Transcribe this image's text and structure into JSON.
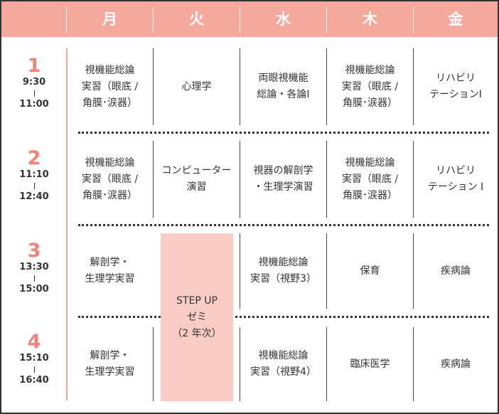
{
  "days": [
    "月",
    "火",
    "水",
    "木",
    "金"
  ],
  "periods": [
    {
      "num": "1",
      "start": "9:30",
      "end": "11:00"
    },
    {
      "num": "2",
      "start": "11:10",
      "end": "12:40"
    },
    {
      "num": "3",
      "start": "13:30",
      "end": "15:00"
    },
    {
      "num": "4",
      "start": "15:10",
      "end": "16:40"
    }
  ],
  "classes": {
    "p1": [
      "視機能総論\n実習（眼底 /\n角膜･涙器）",
      "心理学",
      "両眼視機能\n総論・各論Ⅰ",
      "視機能総論\n実習（眼底 /\n角膜･涙器）",
      "リハビリ\nテーションⅠ"
    ],
    "p2": [
      "視機能総論\n実習（眼底 /\n角膜･涙器）",
      "コンピューター\n演習",
      "視器の解剖学\n・生理学演習",
      "視機能総論\n実習（眼底 /\n角膜･涙器）",
      "リハビリ\nテーション Ⅰ"
    ],
    "p3": [
      "解剖学・\n生理学実習",
      "",
      "視機能総論\n実習（視野3）",
      "保育",
      "疾病論"
    ],
    "p4": [
      "解剖学・\n生理学実習",
      "",
      "視機能総論\n実習（視野4）",
      "臨床医学",
      "疾病論"
    ]
  },
  "seminar": "STEP UP\nゼミ\n（2 年次）",
  "colors": {
    "header": "#f5a99c",
    "period_number": "#f08478",
    "seminar_bg": "#f9cdc6",
    "border": "#333333"
  }
}
